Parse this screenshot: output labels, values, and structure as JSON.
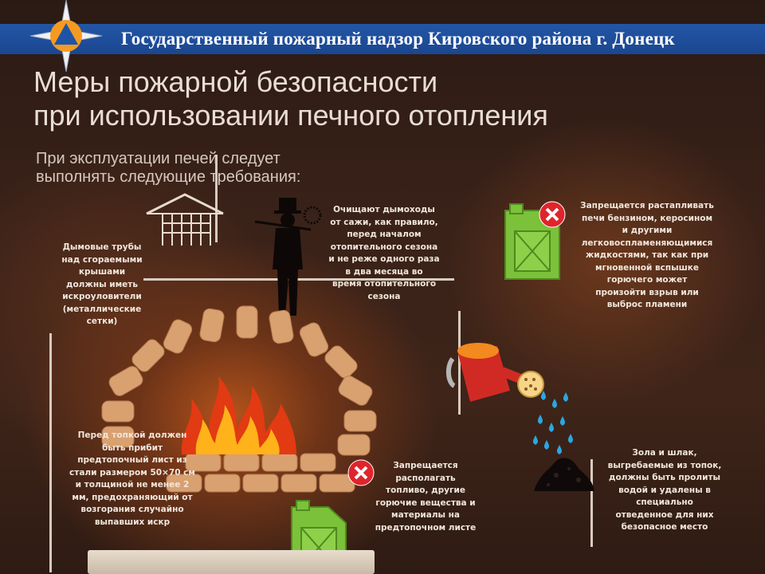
{
  "header": {
    "title": "Государственный пожарный надзор Кировского района г. Донецк",
    "colors": {
      "bar": "#1a4690",
      "text": "#ffffff"
    }
  },
  "logo": {
    "icon": "emergency-star-triangle-logo"
  },
  "page": {
    "title_line1": "Меры пожарной безопасности",
    "title_line2": "при использовании печного отопления",
    "intro_line1": "При эксплуатации печей следует",
    "intro_line2": "выполнять следующие требования:"
  },
  "notes": {
    "chimney_mesh": [
      "Дымовые трубы",
      "над сгораемыми",
      "крышами",
      "должны иметь",
      "искроуловители",
      "(металлические",
      "сетки)"
    ],
    "chimney_sweep": [
      "Очищают дымоходы",
      "от сажи, как правило,",
      "перед началом",
      "отопительного сезона",
      "и не реже одного раза",
      "в два месяца во",
      "время отопительного",
      "сезона"
    ],
    "no_gasoline": [
      "Запрещается растапливать",
      "печи бензином, керосином",
      "и другими",
      "легковоспламеняющимися",
      "жидкостями, так как при",
      "мгновенной вспышке",
      "горючего может",
      "произойти взрыв или",
      "выброс пламени"
    ],
    "pre_furnace_sheet": [
      "Перед топкой должен",
      "быть прибит",
      "предтопочный лист из",
      "стали размером 50×70 см",
      "и толщиной не менее 2",
      "мм, предохраняющий от",
      "возгорания случайно",
      "выпавших искр"
    ],
    "no_fuel_on_sheet": [
      "Запрещается",
      "располагать",
      "топливо, другие",
      "горючие вещества и",
      "материалы на",
      "предтопочном листе"
    ],
    "ash_slag": [
      "Зола и шлак,",
      "выгребаемые из топок,",
      "должны быть пролиты",
      "водой и удалены в",
      "специально",
      "отведенное для них",
      "безопасное  место"
    ]
  },
  "icons": {
    "prohibited": "prohibited-x-icon",
    "canister": "jerry-can-icon",
    "sweep": "chimney-sweep-icon",
    "watering_can": "watering-can-icon",
    "fireplace": "fireplace-icon",
    "chimney_mesh": "spark-arrester-mesh-icon",
    "ash_pile": "ash-pile-icon"
  },
  "colors": {
    "brick": "#d9a070",
    "flame_outer": "#e23a12",
    "flame_inner": "#ffb21a",
    "canister": "#7bc13a",
    "prohibited": "#e0242b",
    "watering_can": "#d12a24",
    "water": "#2aa7e0"
  }
}
